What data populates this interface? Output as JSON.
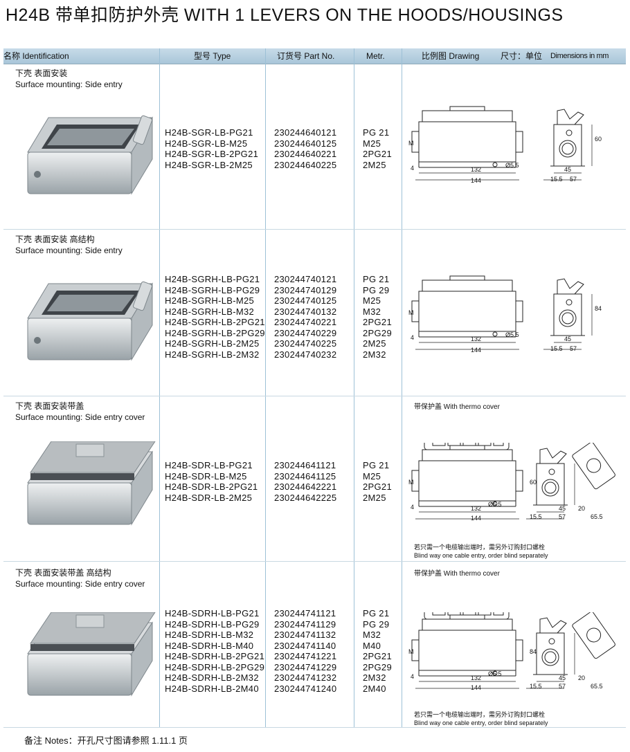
{
  "title": "H24B 带单扣防护外壳   WITH 1 LEVERS ON THE HOODS/HOUSINGS",
  "header": {
    "identification": "名称 Identification",
    "type": "型号 Type",
    "part_no": "订货号 Part No.",
    "metr": "Metr.",
    "drawing": "比例图 Drawing",
    "dimensions": "尺寸：单位",
    "dimensions_en": "Dimensions in mm"
  },
  "rows": [
    {
      "id_cn": "下壳  表面安装",
      "id_en": "Surface mounting: Side entry",
      "types": [
        "H24B-SGR-LB-PG21",
        "H24B-SGR-LB-M25",
        "H24B-SGR-LB-2PG21",
        "H24B-SGR-LB-2M25"
      ],
      "parts": [
        "230244640121",
        "230244640125",
        "230244640221",
        "230244640225"
      ],
      "metr": [
        "PG 21",
        "M25",
        "2PG21",
        "2M25"
      ],
      "dims": {
        "h": "60",
        "w1": "132",
        "w2": "144",
        "hole": "Ø5.5",
        "m": "M",
        "b": "4",
        "s1": "15.5",
        "s2": "57",
        "s3": "45"
      }
    },
    {
      "id_cn": "下壳  表面安装  高结构",
      "id_en": "Surface mounting: Side entry",
      "types": [
        "H24B-SGRH-LB-PG21",
        "H24B-SGRH-LB-PG29",
        "H24B-SGRH-LB-M25",
        "H24B-SGRH-LB-M32",
        "H24B-SGRH-LB-2PG21",
        "H24B-SGRH-LB-2PG29",
        "H24B-SGRH-LB-2M25",
        "H24B-SGRH-LB-2M32"
      ],
      "parts": [
        "230244740121",
        "230244740129",
        "230244740125",
        "230244740132",
        "230244740221",
        "230244740229",
        "230244740225",
        "230244740232"
      ],
      "metr": [
        "PG 21",
        "PG 29",
        "M25",
        "M32",
        "2PG21",
        "2PG29",
        "2M25",
        "2M32"
      ],
      "dims": {
        "h": "84",
        "w1": "132",
        "w2": "144",
        "hole": "Ø5.5",
        "m": "M",
        "b": "4",
        "s1": "15.5",
        "s2": "57",
        "s3": "45"
      }
    },
    {
      "id_cn": "下壳  表面安装带盖",
      "id_en": "Surface mounting: Side entry cover",
      "cover_label": "带保护盖 With thermo cover",
      "types": [
        "H24B-SDR-LB-PG21",
        "H24B-SDR-LB-M25",
        "H24B-SDR-LB-2PG21",
        "H24B-SDR-LB-2M25"
      ],
      "parts": [
        "230244641121",
        "230244641125",
        "230244642221",
        "230244642225"
      ],
      "metr": [
        "PG 21",
        "M25",
        "2PG21",
        "2M25"
      ],
      "dims": {
        "h": "60",
        "w1": "132",
        "w2": "144",
        "hole": "Ø5.5",
        "m": "M",
        "b": "4",
        "s1": "15.5",
        "s2": "57",
        "s3": "45",
        "s4": "20",
        "s5": "65.5"
      },
      "note_cn": "若只需一个电缆输出端时，需另外订购封口螺栓",
      "note_en": "Blind way one cable entry, order blind separately"
    },
    {
      "id_cn": "下壳  表面安装带盖  高结构",
      "id_en": "Surface mounting: Side entry cover",
      "cover_label": "带保护盖 With thermo cover",
      "types": [
        "H24B-SDRH-LB-PG21",
        "H24B-SDRH-LB-PG29",
        "H24B-SDRH-LB-M32",
        "H24B-SDRH-LB-M40",
        "H24B-SDRH-LB-2PG21",
        "H24B-SDRH-LB-2PG29",
        "H24B-SDRH-LB-2M32",
        "H24B-SDRH-LB-2M40"
      ],
      "parts": [
        "230244741121",
        "230244741129",
        "230244741132",
        "230244741140",
        "230244741221",
        "230244741229",
        "230244741232",
        "230244741240"
      ],
      "metr": [
        "PG 21",
        "PG 29",
        "M32",
        "M40",
        "2PG21",
        "2PG29",
        "2M32",
        "2M40"
      ],
      "dims": {
        "h": "84",
        "w1": "132",
        "w2": "144",
        "hole": "Ø5.5",
        "m": "M",
        "b": "4",
        "s1": "15.5",
        "s2": "57",
        "s3": "45",
        "s4": "20",
        "s5": "65.5"
      },
      "note_cn": "若只需一个电缆输出端时，需另外订购封口螺栓",
      "note_en": "Blind way one cable entry, order blind separately"
    }
  ],
  "footer": "备注 Notes：开孔尺寸图请参照 1.11.1 页"
}
